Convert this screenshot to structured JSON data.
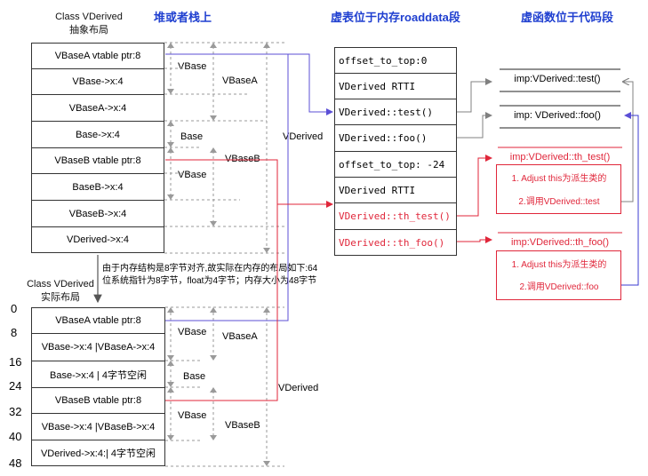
{
  "headers": {
    "stack": "堆或者栈上",
    "vtable": "虚表位于内存roaddata段",
    "code": "虚函数位于代码段"
  },
  "abstract_layout": {
    "title_line1": "Class VDerived",
    "title_line2": "抽象布局",
    "cells": [
      "VBaseA vtable ptr:8",
      "VBase->x:4",
      "VBaseA->x:4",
      "Base->x:4",
      "VBaseB vtable ptr:8",
      "BaseB->x:4",
      "VBaseB->x:4",
      "VDerived->x:4"
    ],
    "brackets": {
      "vbase_top": "VBase",
      "vbasea": "VBaseA",
      "base": "Base",
      "vbase_bottom": "VBase",
      "vbaseb": "VBaseB",
      "vderived": "VDerived"
    }
  },
  "note": "由于内存结构是8字节对齐,故实际在内存的布局如下:64位系统指针为8字节，float为4字节；内存大小为48字节",
  "actual_layout": {
    "title_line1": "Class VDerived",
    "title_line2": "实际布局",
    "cells": [
      "VBaseA vtable ptr:8",
      "VBase->x:4 |VBaseA->x:4",
      "Base->x:4 | 4字节空闲",
      "VBaseB vtable ptr:8",
      "VBase->x:4 |VBaseB->x:4",
      "VDerived->x:4:| 4字节空闲"
    ],
    "offsets": [
      "0",
      "8",
      "16",
      "24",
      "32",
      "40",
      "48"
    ],
    "brackets": {
      "vbase_top": "VBase",
      "vbasea": "VBaseA",
      "base": "Base",
      "vbase_bottom": "VBase",
      "vbaseb": "VBaseB",
      "vderived": "VDerived"
    }
  },
  "vtable": {
    "cells": [
      "offset_to_top:0",
      "VDerived RTTI",
      "VDerived::test()",
      "VDerived::foo()",
      "offset_to_top: -24",
      " VDerived RTTI",
      "VDerived::th_test()",
      "VDerived::th_foo()"
    ]
  },
  "code": {
    "imp_test": "imp:VDerived::test()",
    "imp_foo": "imp: VDerived::foo()",
    "imp_th_test": "imp:VDerived::th_test()",
    "th_test_step1": "1. Adjust this为派生类的",
    "th_test_step2": "2.调用VDerived::test",
    "imp_th_foo": "imp:VDerived::th_foo()",
    "th_foo_step1": "1. Adjust this为派生类的",
    "th_foo_step2": "2.调用VDerived::foo"
  },
  "colors": {
    "header_blue": "#1f3fd0",
    "arrow_blue": "#5b4fd6",
    "arrow_red": "#e0263a",
    "arrow_gray": "#808080"
  }
}
